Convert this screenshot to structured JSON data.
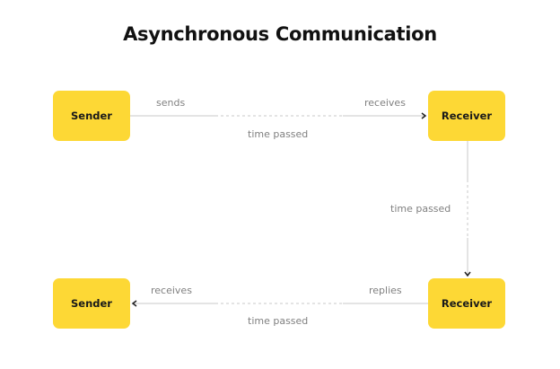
{
  "title": "Asynchronous Communication",
  "top_row": {
    "sender": "Sender",
    "receiver": "Receiver",
    "send_label": "sends",
    "receive_label": "receives",
    "time_label": "time passed"
  },
  "vertical": {
    "time_label": "time passed"
  },
  "bottom_row": {
    "sender": "Sender",
    "receiver": "Receiver",
    "reply_label": "replies",
    "receive_label": "receives",
    "time_label": "time passed"
  },
  "colors": {
    "box": "#fdd835",
    "line": "#c8c8c8",
    "text": "#808080"
  }
}
